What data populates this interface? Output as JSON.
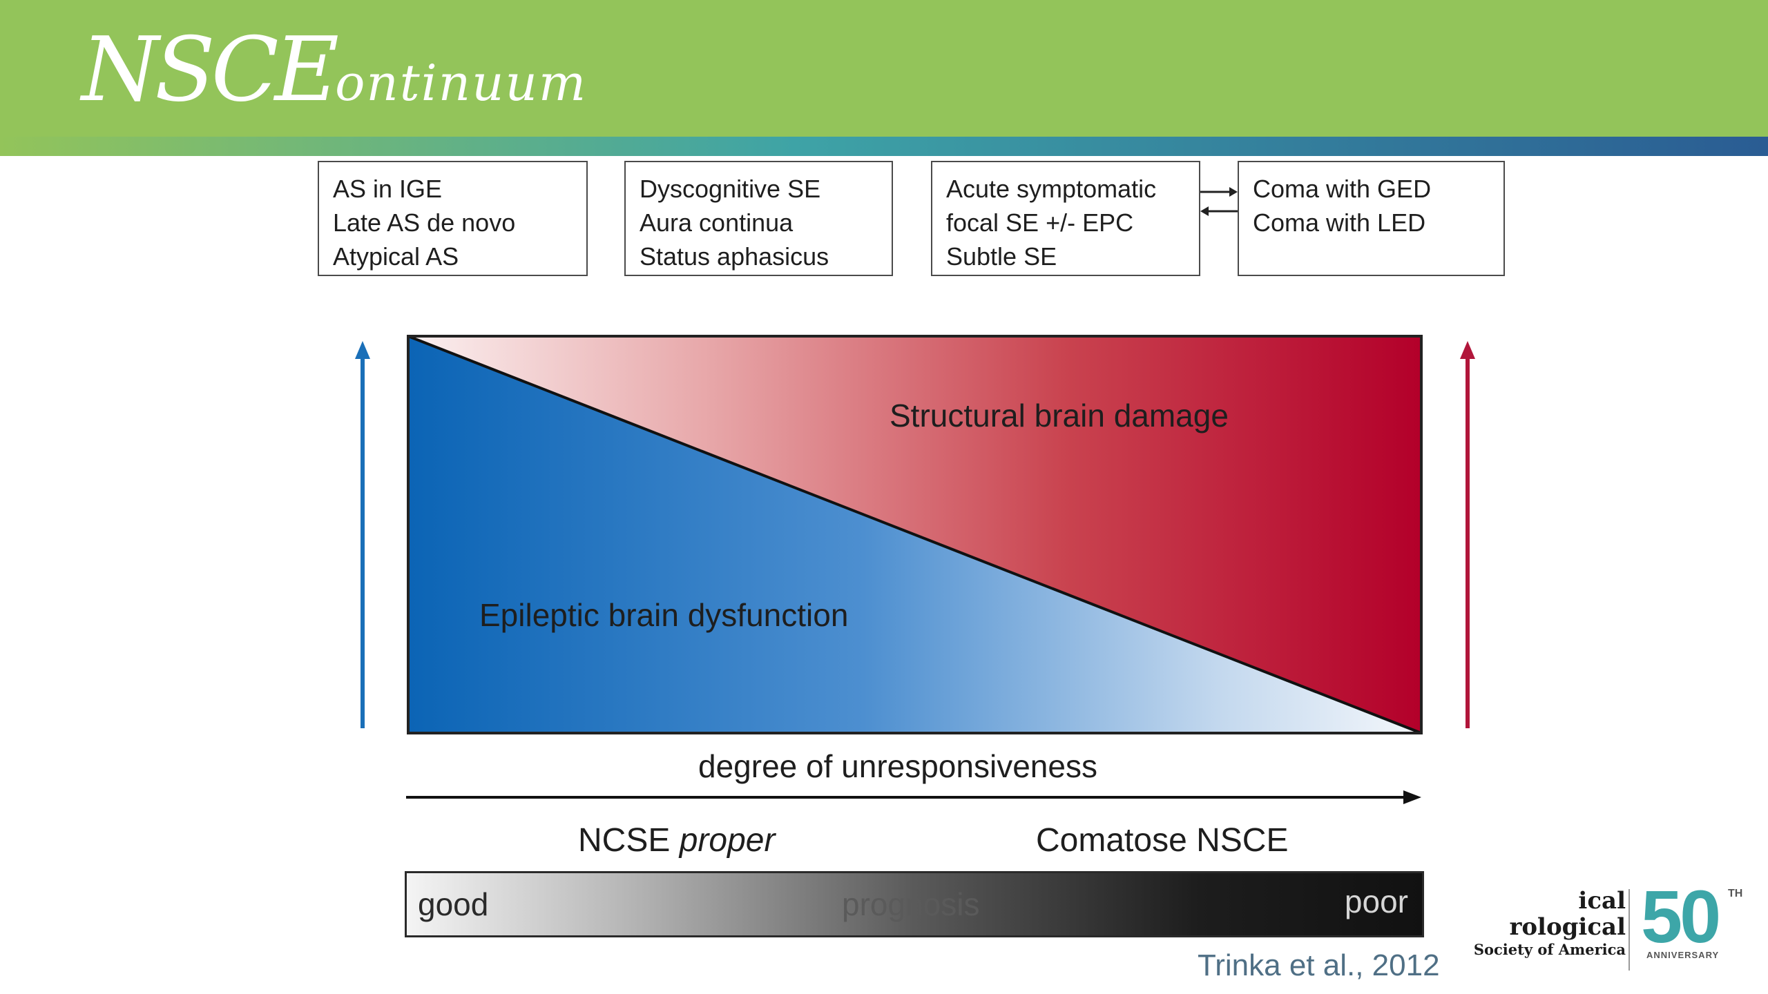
{
  "header": {
    "title_initials": "NSCE",
    "title_rest": "ontinuum"
  },
  "boxes": [
    {
      "lines": [
        "AS in IGE",
        "Late AS de novo",
        "Atypical AS"
      ]
    },
    {
      "lines": [
        "Dyscognitive SE",
        "Aura continua",
        "Status aphasicus"
      ]
    },
    {
      "lines": [
        "Acute symptomatic",
        "focal SE +/- EPC",
        "Subtle SE"
      ]
    },
    {
      "lines": [
        "Coma with GED",
        "Coma with LED"
      ]
    }
  ],
  "diagram": {
    "upper_region_label": "Structural brain damage",
    "lower_region_label": "Epileptic brain dysfunction",
    "axis_label": "degree of unresponsiveness",
    "left_category": "NCSE",
    "left_category_italic": "proper",
    "right_category": "Comatose NSCE",
    "colors": {
      "blue": "#0b64b5",
      "red": "#b3002a",
      "left_arrow": "#1a6fb8",
      "right_arrow": "#b1163a"
    }
  },
  "prognosis_bar": {
    "left": "good",
    "middle": "prognosis",
    "right": "poor"
  },
  "citation": "Trinka et al., 2012",
  "logo": {
    "line1": "ical",
    "line2": "rological",
    "line3": "Society of America",
    "number": "50",
    "suffix": "TH",
    "caption": "ANNIVERSARY"
  }
}
